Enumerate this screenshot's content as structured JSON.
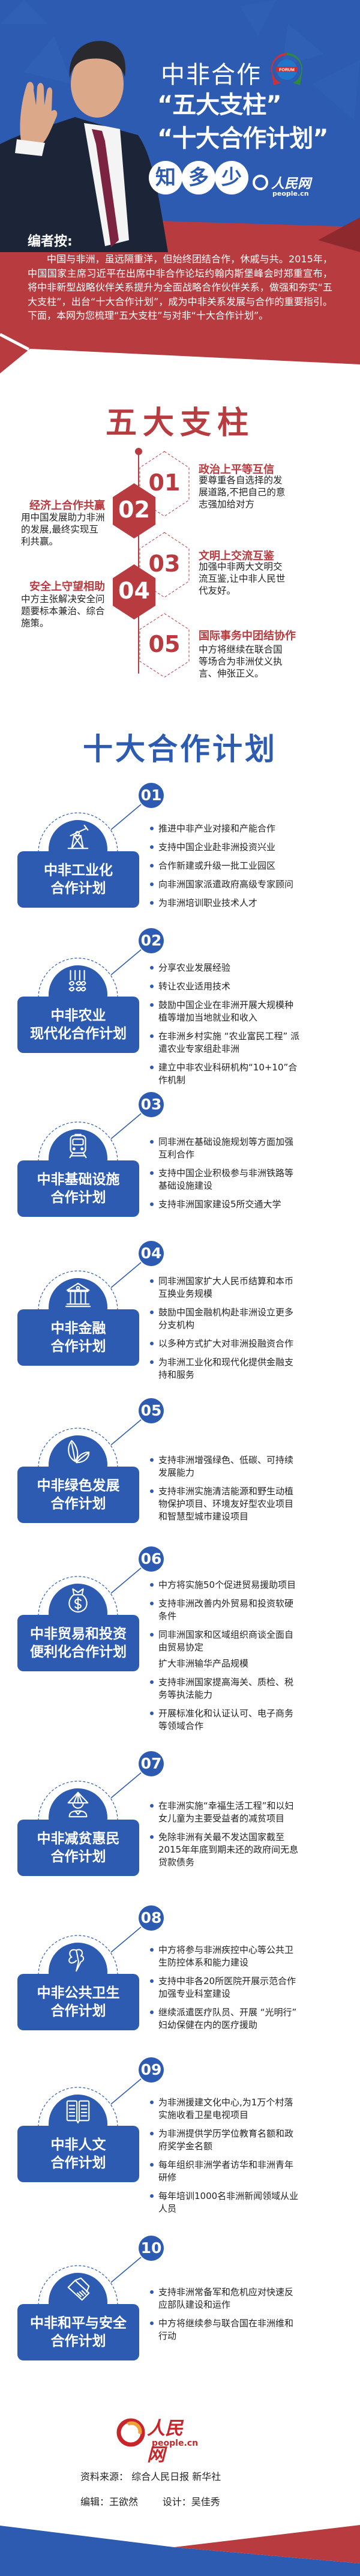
{
  "colors": {
    "blue": "#2c5bb1",
    "red": "#b83b3f",
    "dark_red": "#8e2a2e"
  },
  "header": {
    "title_small": "中非合作",
    "quote1": "“五大支柱”",
    "quote2": "“十大合作计划”",
    "zhi_duo_shao": [
      "知",
      "多",
      "少"
    ],
    "forum_logo_text": "FORUM",
    "logo_text": "人民网",
    "logo_sub": "people.cn"
  },
  "editor_note": {
    "label": "编者按:",
    "text": "中国与非洲，虽远隔重洋，但始终团结合作，休戚与共。2015年，中国国家主席习近平在出席中非合作论坛约翰内斯堡峰会时郑重宣布，将中非新型战略伙伴关系提升为全面战略合作伙伴关系，做强和夯实“五大支柱”，出台“十大合作计划”，成为中非关系发展与合作的重要指引。下面，本网为您梳理“五大支柱”与对非“十大合作计划”。"
  },
  "pillars": {
    "title": "五大支柱",
    "items": [
      {
        "num": "01",
        "title": "政治上平等互信",
        "desc": "要尊重各自选择的发展道路,不把自己的意志强加给对方"
      },
      {
        "num": "02",
        "title": "经济上合作共赢",
        "desc": "用中国发展助力非洲的发展,最终实现互利共赢。"
      },
      {
        "num": "03",
        "title": "文明上交流互鉴",
        "desc": "加强中非两大文明交流互鉴,让中非人民世代友好。"
      },
      {
        "num": "04",
        "title": "安全上守望相助",
        "desc": "中方主张解决安全问题要标本兼治、综合施策。"
      },
      {
        "num": "05",
        "title": "国际事务中团结协作",
        "desc": "中方将继续在联合国等场合为非洲仗义执言、伸张正义。"
      }
    ]
  },
  "plans": {
    "title": "十大合作计划",
    "items": [
      {
        "num": "01",
        "icon": "oil-pump",
        "name": [
          "中非工业化",
          "合作计划"
        ],
        "bullets": [
          "推进中非产业对接和产能合作",
          "支持中国企业赴非洲投资兴业",
          "合作新建或升级一批工业园区",
          "向非洲国家派遣政府高级专家顾问",
          "为非洲培训职业技术人才"
        ]
      },
      {
        "num": "02",
        "icon": "wheat",
        "name": [
          "中非农业",
          "现代化合作计划"
        ],
        "bullets": [
          "分享农业发展经验",
          "转让农业适用技术",
          "鼓励中国企业在非洲开展大规模种植等增加当地就业和收入",
          "在非洲乡村实施 “农业富民工程” 派遣农业专家组赴非洲",
          "建立中非农业科研机构“10+10”合作机制"
        ]
      },
      {
        "num": "03",
        "icon": "train",
        "name": [
          "中非基础设施",
          "合作计划"
        ],
        "bullets": [
          "同非洲在基础设施规划等方面加强互利合作",
          "支持中国企业积极参与非洲铁路等基础设施建设",
          "支持非洲国家建设5所交通大学"
        ]
      },
      {
        "num": "04",
        "icon": "bank",
        "name": [
          "中非金融",
          "合作计划"
        ],
        "bullets": [
          "同非洲国家扩大人民币结算和本币互换业务规模",
          "鼓励中国金融机构赴非洲设立更多分支机构",
          "以多种方式扩大对非洲投融资合作",
          "为非洲工业化和现代化提供金融支持和服务"
        ]
      },
      {
        "num": "05",
        "icon": "leaves",
        "name": [
          "中非绿色发展",
          "合作计划"
        ],
        "bullets": [
          "支持非洲增强绿色、低碳、可持续发展能力",
          "支持非洲实施清洁能源和野生动植物保护项目、环境友好型农业项目和智慧型城市建设项目"
        ]
      },
      {
        "num": "06",
        "icon": "money-bag",
        "name": [
          "中非贸易和投资",
          "便利化合作计划"
        ],
        "bullets": [
          "中方将实施50个促进贸易援助项目",
          "支持非洲改善内外贸易和投资软硬条件",
          "同非洲国家和区域组织商谈全面自由贸易协定",
          "扩大非洲输华产品规模",
          "支持非洲国家提高海关、质检、税务等执法能力",
          "开展标准化和认证认可、电子商务等领域合作"
        ],
        "no_dot": [
          3
        ]
      },
      {
        "num": "07",
        "icon": "farmer",
        "name": [
          "中非减贫惠民",
          "合作计划"
        ],
        "bullets": [
          "在非洲实施“幸福生活工程”和以妇女儿童为主要受益者的减贫项目",
          "免除非洲有关最不发达国家截至2015年年底到期未还的政府间无息贷款债务"
        ]
      },
      {
        "num": "08",
        "icon": "health",
        "name": [
          "中非公共卫生",
          "合作计划"
        ],
        "bullets": [
          "中方将参与非洲疾控中心等公共卫生防控体系和能力建设",
          "支持中非各20所医院开展示范合作加强专业科室建设",
          "继续派遣医疗队员、开展 “光明行” 妇幼保健在内的医疗援助"
        ]
      },
      {
        "num": "09",
        "icon": "book",
        "name": [
          "中非人文",
          "合作计划"
        ],
        "bullets": [
          "为非洲援建文化中心,为1万个村落实施收看卫星电视项目",
          "为非洲提供学历学位教育名额和政府奖学金名额",
          "每年组织非洲学者访华和非洲青年研修",
          "每年培训1000名非洲新闻领域从业人员"
        ]
      },
      {
        "num": "10",
        "icon": "handshake",
        "name": [
          "中非和平与安全",
          "合作计划"
        ],
        "bullets": [
          "支持非洲常备军和危机应对快速反应部队建设和运作",
          "中方将继续参与联合国在非洲维和行动"
        ]
      }
    ]
  },
  "footer": {
    "logo_text": "人民网",
    "logo_sub": "people.cn",
    "source_label": "资料来源：",
    "source_value": "综合人民日报 新华社",
    "editor_label": "编辑：",
    "editor_value": "王欲然",
    "designer_label": "设计：",
    "designer_value": "吴佳秀"
  }
}
